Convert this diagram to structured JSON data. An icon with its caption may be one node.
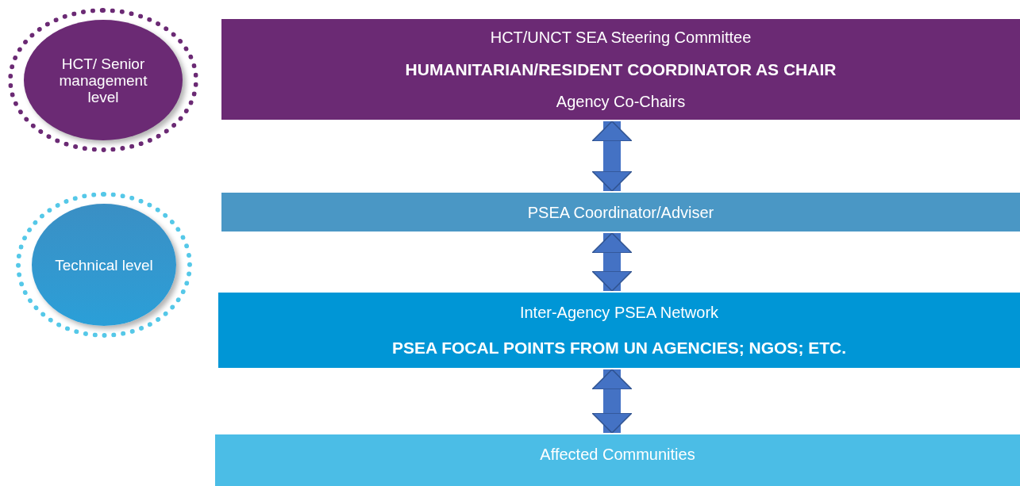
{
  "diagram": {
    "nodes": [
      {
        "text": [
          "HCT/ Senior management level"
        ]
      },
      {
        "text": [
          "Technical level"
        ]
      },
      {
        "text": [
          "HCT/UNCT SEA Steering Committee",
          "HUMANITARIAN/RESIDENT COORDINATOR AS CHAIR",
          "Agency Co-Chairs"
        ]
      },
      {
        "text": [
          "PSEA Coordinator/Adviser"
        ]
      },
      {
        "text": [
          "Inter-Agency PSEA Network",
          "PSEA FOCAL POINTS FROM UN AGENCIES; NGOS; ETC."
        ]
      },
      {
        "text": [
          "Affected Communities"
        ]
      }
    ],
    "edges": [
      {
        "from": 2,
        "to": 3,
        "arrow": "both"
      },
      {
        "from": 3,
        "to": 4,
        "arrow": "both"
      },
      {
        "from": 4,
        "to": 5,
        "arrow": "both"
      }
    ]
  }
}
